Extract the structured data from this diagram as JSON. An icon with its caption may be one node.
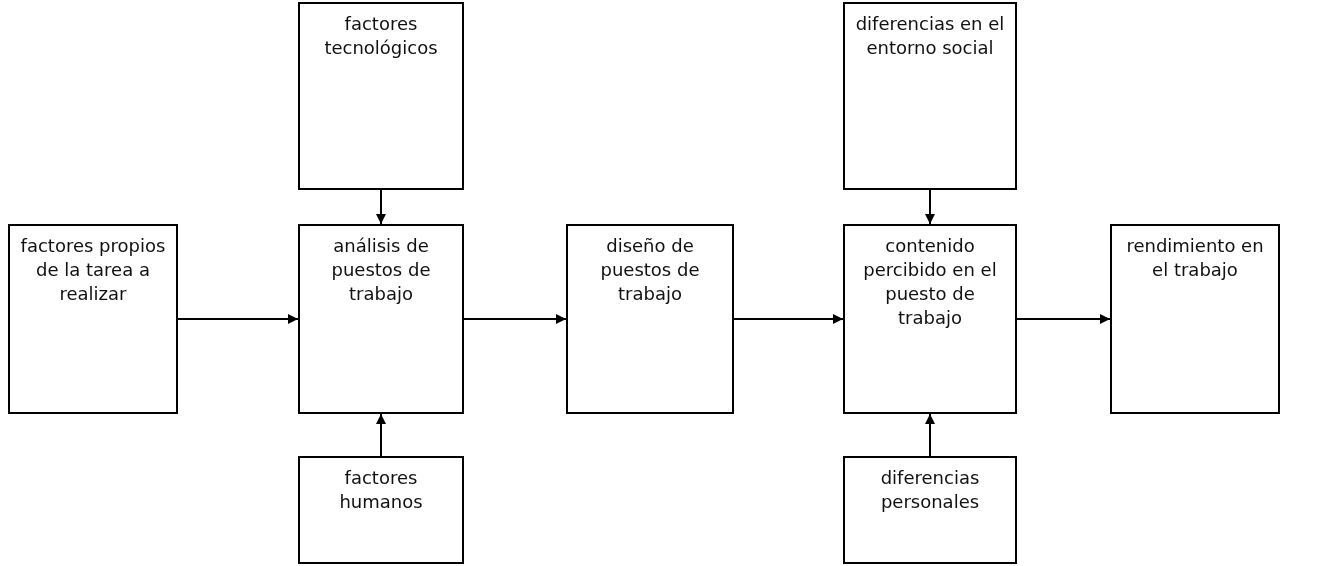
{
  "diagram": {
    "nodes": [
      {
        "text": [
          "factores tecnológicos"
        ]
      },
      {
        "text": [
          "diferencias en el entorno social"
        ]
      },
      {
        "text": [
          "factores propios de la tarea a realizar"
        ]
      },
      {
        "text": [
          "análisis de puestos de trabajo"
        ]
      },
      {
        "text": [
          "diseño de puestos de trabajo"
        ]
      },
      {
        "text": [
          "contenido percibido en el puesto de trabajo"
        ]
      },
      {
        "text": [
          "rendimiento en el trabajo"
        ]
      },
      {
        "text": [
          "factores humanos"
        ]
      },
      {
        "text": [
          "diferencias personales"
        ]
      }
    ],
    "edges": [
      {
        "from": 0,
        "to": 3,
        "arrow": "to"
      },
      {
        "from": 1,
        "to": 5,
        "arrow": "to"
      },
      {
        "from": 2,
        "to": 3,
        "arrow": "to"
      },
      {
        "from": 3,
        "to": 4,
        "arrow": "to"
      },
      {
        "from": 4,
        "to": 5,
        "arrow": "to"
      },
      {
        "from": 5,
        "to": 6,
        "arrow": "to"
      },
      {
        "from": 7,
        "to": 3,
        "arrow": "to"
      },
      {
        "from": 8,
        "to": 5,
        "arrow": "to"
      }
    ]
  }
}
